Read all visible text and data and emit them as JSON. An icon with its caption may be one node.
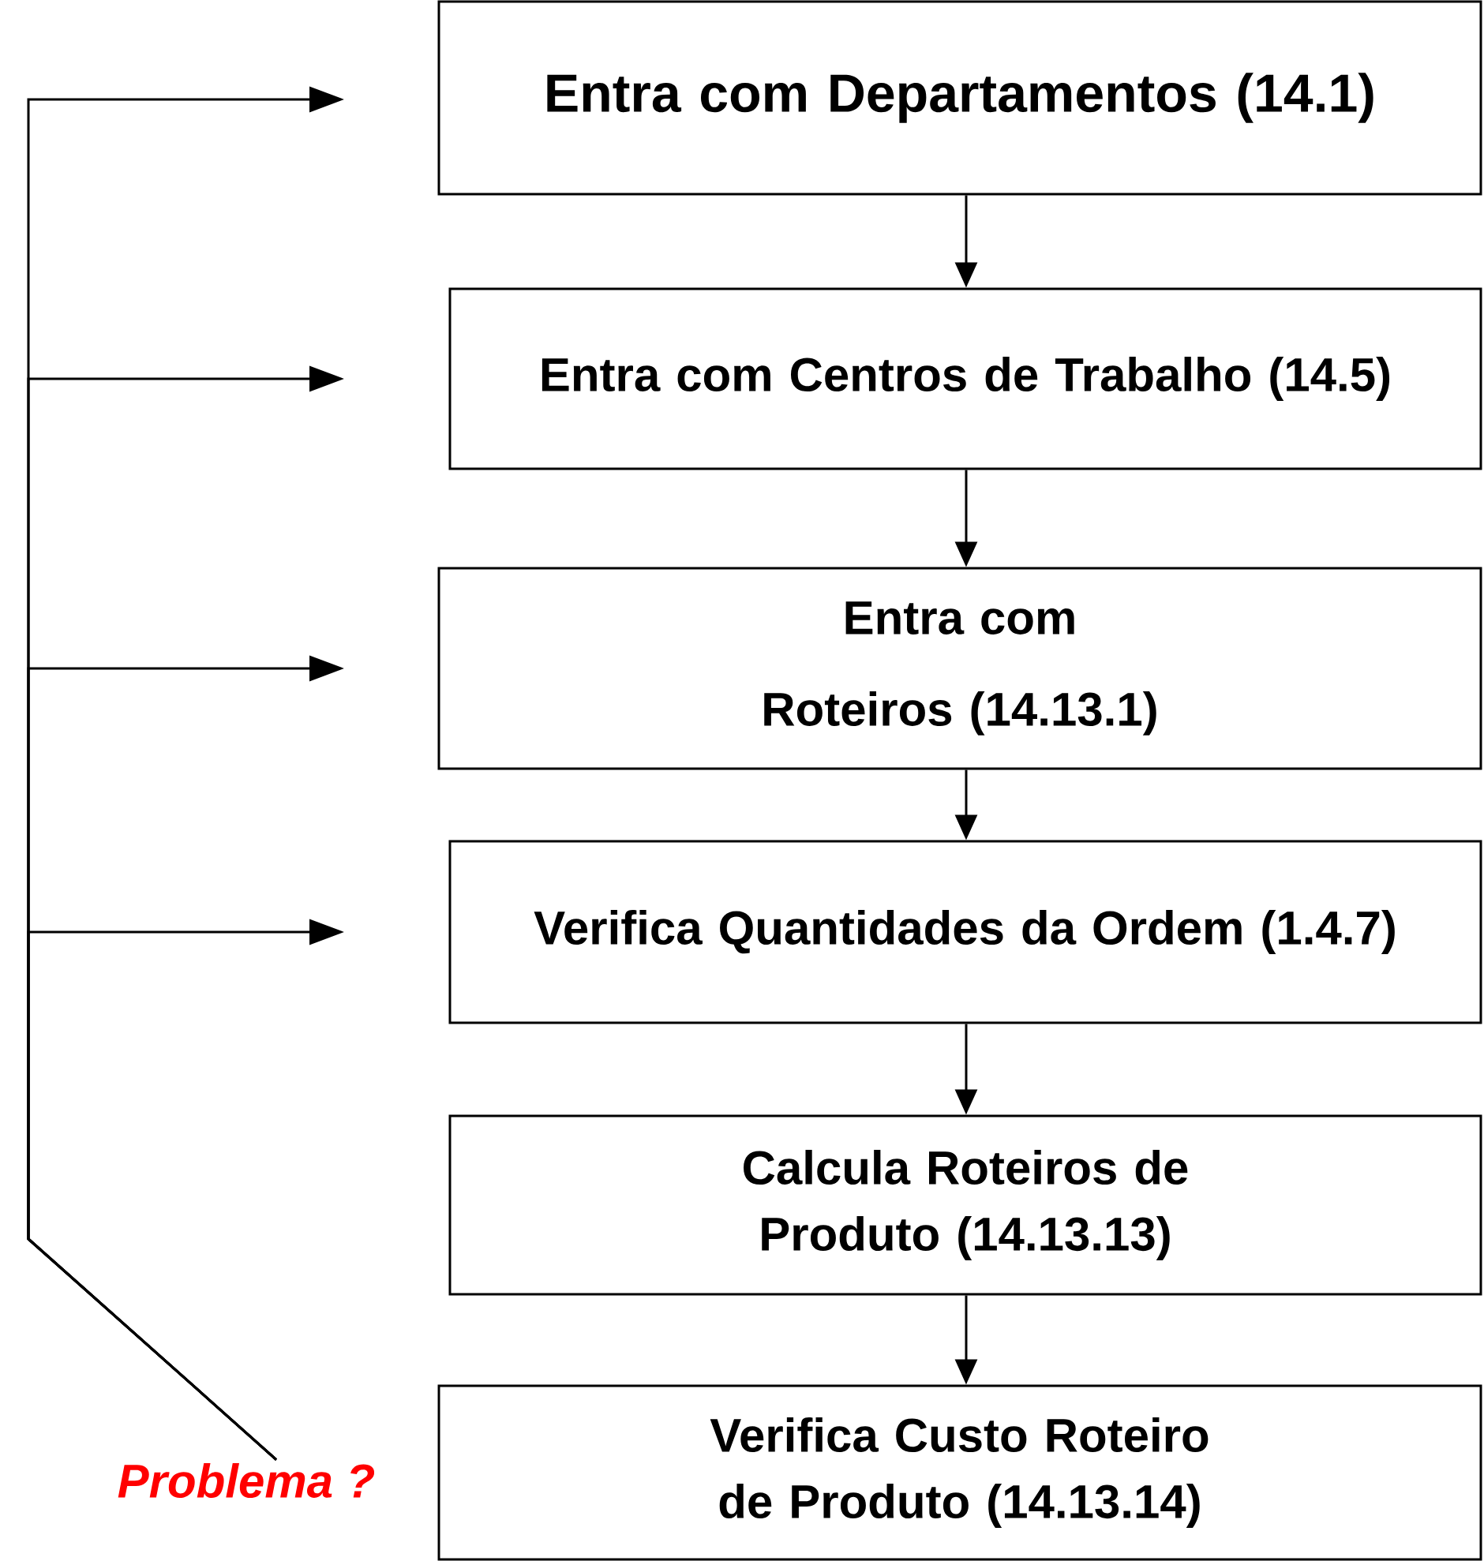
{
  "diagram": {
    "nodes": [
      {
        "text": [
          "Entra com Departamentos (14.1)"
        ]
      },
      {
        "text": [
          "Entra com Centros de Trabalho (14.5)"
        ]
      },
      {
        "text": [
          "Entra com Roteiros (14.13.1)"
        ]
      },
      {
        "text": [
          "Verifica Quantidades da Ordem (1.4.7)"
        ]
      },
      {
        "text": [
          "Calcula Roteiros de Produto (14.13.13)"
        ]
      },
      {
        "text": [
          "Verifica Custo Roteiro de Produto (14.13.14)"
        ]
      },
      {
        "text": [
          "Problema ?"
        ]
      }
    ],
    "edges": [
      {
        "from": 0,
        "to": 1,
        "arrow": "to"
      },
      {
        "from": 1,
        "to": 2,
        "arrow": "to"
      },
      {
        "from": 2,
        "to": 3,
        "arrow": "to"
      },
      {
        "from": 3,
        "to": 4,
        "arrow": "to"
      },
      {
        "from": 4,
        "to": 5,
        "arrow": "to"
      },
      {
        "from": 6,
        "to": 0,
        "arrow": "to"
      },
      {
        "from": 6,
        "to": 1,
        "arrow": "to"
      },
      {
        "from": 6,
        "to": 2,
        "arrow": "to"
      },
      {
        "from": 6,
        "to": 3,
        "arrow": "to"
      }
    ]
  }
}
